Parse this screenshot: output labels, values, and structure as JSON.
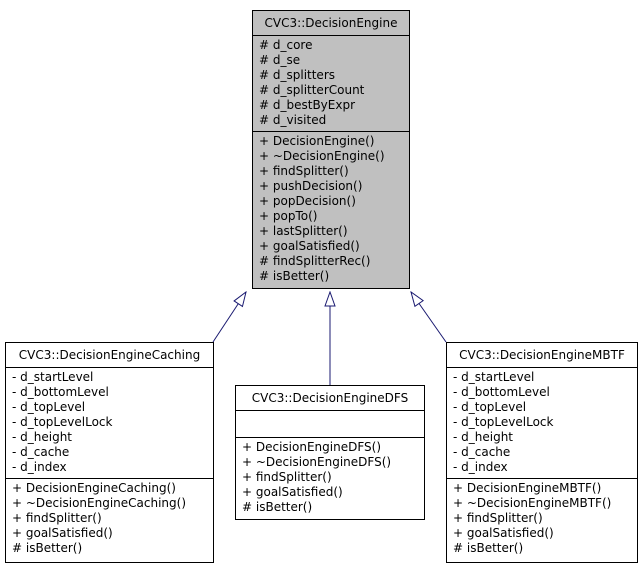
{
  "colors": {
    "arrow": "#191970",
    "border": "#000000",
    "base_class_fill": "#c0c0c0",
    "derived_class_fill": "#ffffff",
    "text": "#000000"
  },
  "classes": {
    "base": {
      "name": "CVC3::DecisionEngine",
      "attributes": [
        "# d_core",
        "# d_se",
        "# d_splitters",
        "# d_splitterCount",
        "# d_bestByExpr",
        "# d_visited"
      ],
      "methods": [
        "+ DecisionEngine()",
        "+ ~DecisionEngine()",
        "+ findSplitter()",
        "+ pushDecision()",
        "+ popDecision()",
        "+ popTo()",
        "+ lastSplitter()",
        "+ goalSatisfied()",
        "# findSplitterRec()",
        "# isBetter()"
      ]
    },
    "caching": {
      "name": "CVC3::DecisionEngineCaching",
      "attributes": [
        "- d_startLevel",
        "- d_bottomLevel",
        "- d_topLevel",
        "- d_topLevelLock",
        "- d_height",
        "- d_cache",
        "- d_index"
      ],
      "methods": [
        "+ DecisionEngineCaching()",
        "+ ~DecisionEngineCaching()",
        "+ findSplitter()",
        "+ goalSatisfied()",
        "# isBetter()"
      ]
    },
    "dfs": {
      "name": "CVC3::DecisionEngineDFS",
      "attributes": [],
      "methods": [
        "+ DecisionEngineDFS()",
        "+ ~DecisionEngineDFS()",
        "+ findSplitter()",
        "+ goalSatisfied()",
        "# isBetter()"
      ]
    },
    "mbtf": {
      "name": "CVC3::DecisionEngineMBTF",
      "attributes": [
        "- d_startLevel",
        "- d_bottomLevel",
        "- d_topLevel",
        "- d_topLevelLock",
        "- d_height",
        "- d_cache",
        "- d_index"
      ],
      "methods": [
        "+ DecisionEngineMBTF()",
        "+ ~DecisionEngineMBTF()",
        "+ findSplitter()",
        "+ goalSatisfied()",
        "# isBetter()"
      ]
    }
  },
  "relations": [
    {
      "type": "inheritance",
      "from": "CVC3::DecisionEngineCaching",
      "to": "CVC3::DecisionEngine"
    },
    {
      "type": "inheritance",
      "from": "CVC3::DecisionEngineDFS",
      "to": "CVC3::DecisionEngine"
    },
    {
      "type": "inheritance",
      "from": "CVC3::DecisionEngineMBTF",
      "to": "CVC3::DecisionEngine"
    }
  ]
}
